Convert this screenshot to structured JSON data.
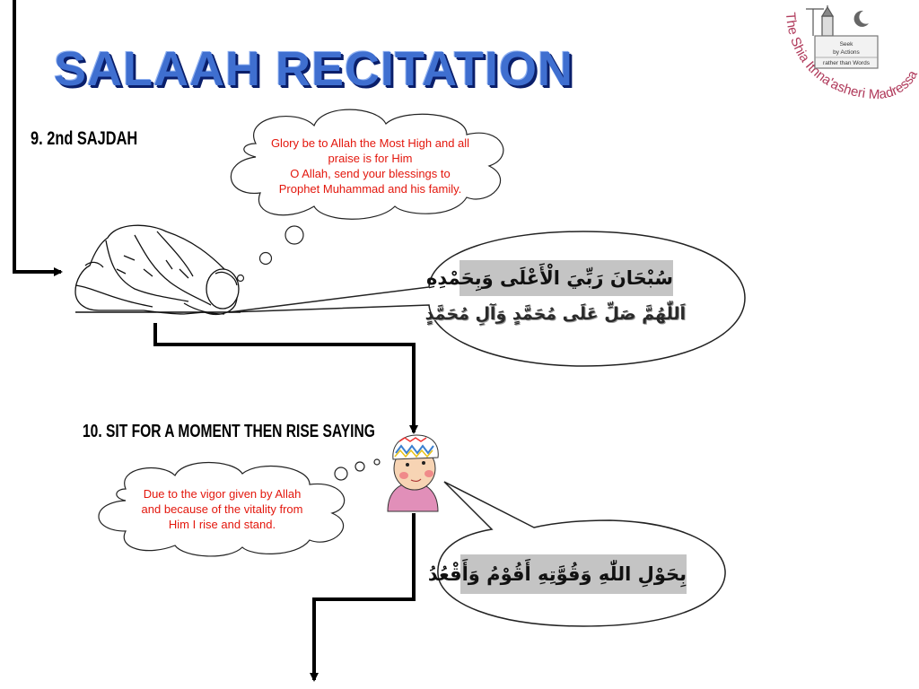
{
  "slide": {
    "title": "SALAAH RECITATION",
    "step_9": {
      "heading": "9. 2nd SAJDAH"
    },
    "step_10": {
      "heading": "10. SIT FOR A MOMENT THEN RISE SAYING"
    }
  },
  "thoughts": {
    "sajdah_translation": "Glory be to Allah the Most High and all praise is for Him\nO Allah, send your blessings to Prophet Muhammad and his family.",
    "rise_translation": "Due to the vigor given by Allah and because of the vitality from Him I rise and stand."
  },
  "arabic": {
    "sajdah_line_1": "سُبْحَانَ رَبِّيَ الْأَعْلَى وَبِحَمْدِهِ",
    "sajdah_line_2": "اَللّٰهُمَّ صَلِّ عَلَى مُحَمَّدٍ وَآلِ مُحَمَّدٍ",
    "rise": "بِحَوْلِ اللّٰهِ وَقُوَّتِهِ أَقُوْمُ وَأَقْعُدُ"
  },
  "logo": {
    "arc_text": "The Shia Ithna'asheri Madressa",
    "plaque_lines": [
      "Seek",
      "by Actions",
      "rather than Words"
    ]
  },
  "colors": {
    "title_fill": "#3f6fd0",
    "title_shadow": "#0a1f6b",
    "translation_text": "#e3170d",
    "arabic_bg": "#c4c4c4",
    "logo_maroon": "#b03a5b"
  },
  "icons": [
    "figure-in-sajdah",
    "boy-with-prayer-cap",
    "thought-cloud",
    "speech-bubble",
    "flow-arrow",
    "madressa-logo"
  ]
}
